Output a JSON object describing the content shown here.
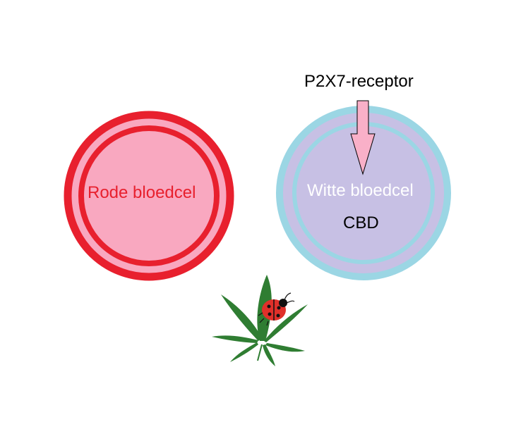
{
  "cells": {
    "red": {
      "label": "Rode bloedcel",
      "label_color": "#e8202e",
      "outer_color": "#e8202e",
      "fill_color": "#f9a8c0"
    },
    "white": {
      "label": "Witte bloedcel",
      "label_color": "#ffffff",
      "outer_color": "#9bd6e4",
      "fill_color": "#c7c0e4",
      "inner_text": "CBD",
      "inner_text_color": "#000000"
    }
  },
  "receptor": {
    "label": "P2X7-receptor",
    "arrow_fill": "#f9b0c8",
    "arrow_stroke": "#000000"
  },
  "icons": {
    "leaf": "cannabis-leaf-icon",
    "bug": "ladybug-icon",
    "leaf_color": "#2f7d32",
    "bug_color": "#e0302a"
  }
}
